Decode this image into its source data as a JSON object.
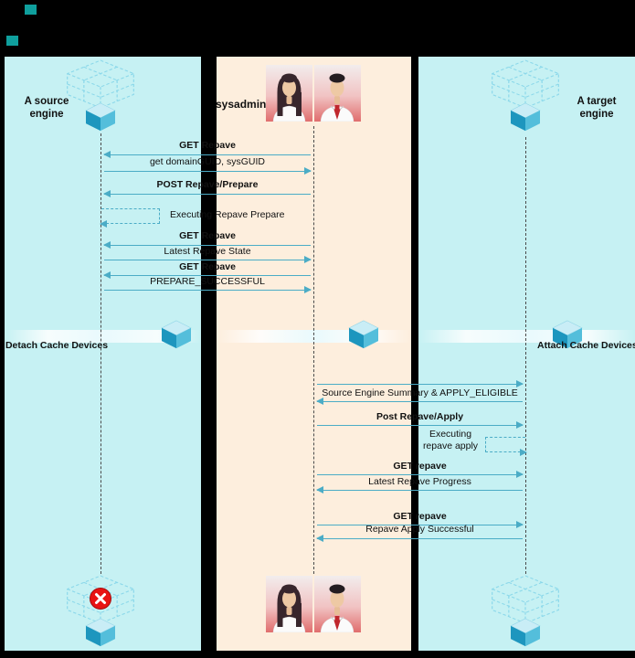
{
  "lanes": {
    "source": {
      "title": [
        "A source",
        "engine"
      ]
    },
    "admin": {
      "title": "sysadmin"
    },
    "target": {
      "title": [
        "A target",
        "engine"
      ]
    }
  },
  "mid_row": {
    "detach": "Detach Cache Devices",
    "attach": "Attach Cache Devices"
  },
  "messages_left": [
    {
      "label": "GET Repave"
    },
    {
      "label": "get domainGUID, sysGUID"
    },
    {
      "label": "POST Repave/Prepare"
    },
    {
      "label": "Executing Repave Prepare"
    },
    {
      "label": "GET Repave"
    },
    {
      "label": "Latest Repave State"
    },
    {
      "label": "GET Repave"
    },
    {
      "label": "PREPARE_SUCCESSFUL"
    }
  ],
  "messages_right": [
    {
      "label": "Source Engine Summary & APPLY_ELIGIBLE"
    },
    {
      "label": "Post Repave/Apply"
    },
    {
      "label": "Executing",
      "label2": "repave apply"
    },
    {
      "label": "GET repave"
    },
    {
      "label": "Latest Repave Progress"
    },
    {
      "label": "GET repave"
    },
    {
      "label": "Repave Apply Successful"
    }
  ],
  "colors": {
    "lane_cyan": "#c6f1f3",
    "lane_peach": "#fdeedd",
    "arrow": "#4bacc6",
    "cube_teal": "#1d96be",
    "error_red": "#e81313",
    "decor_teal": "#0f9f9d"
  }
}
